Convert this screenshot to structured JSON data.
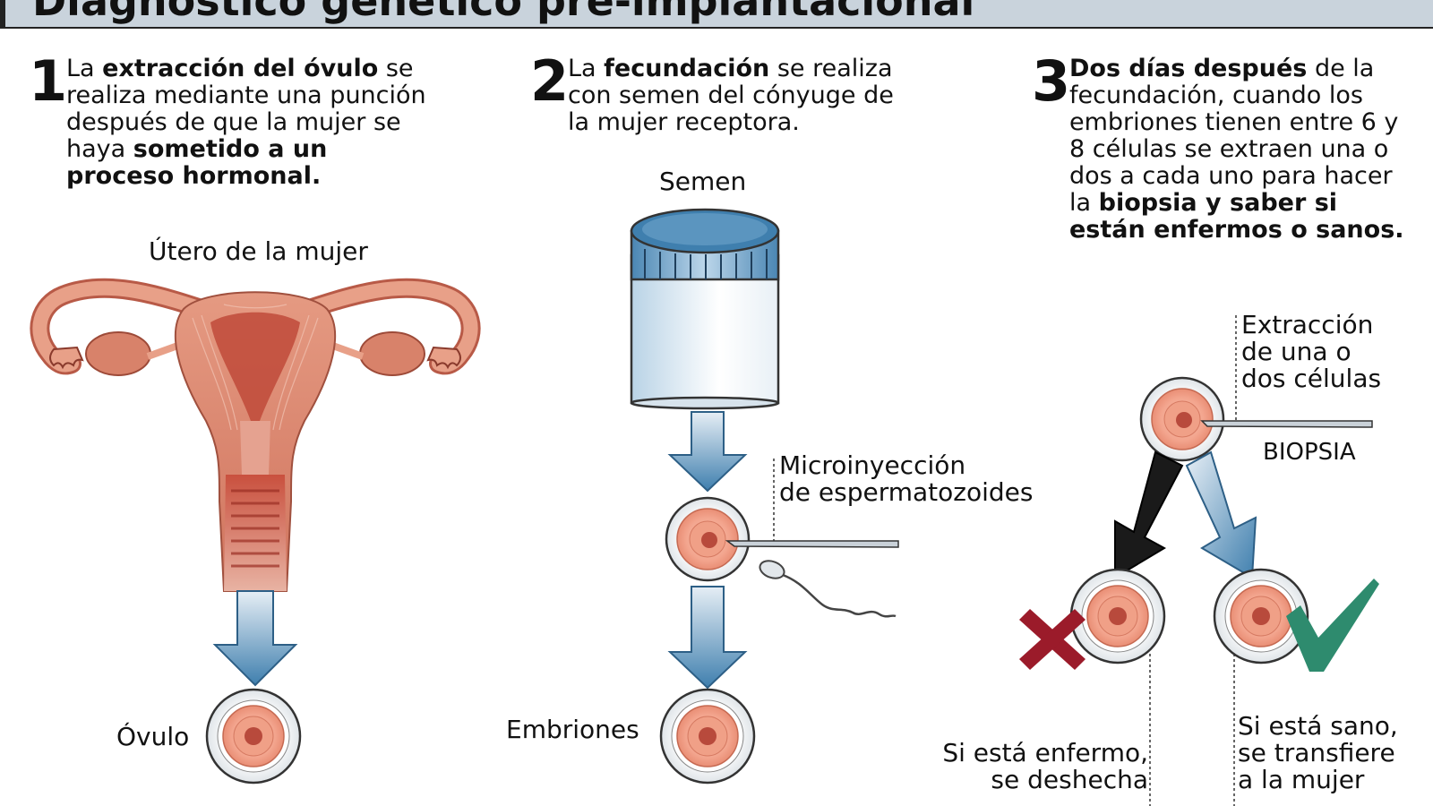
{
  "title": "Diagnóstico genético pre-implantacional",
  "steps": [
    {
      "number": "1",
      "t1": "La ",
      "b1": "extracción del óvulo",
      "t2": " se realiza mediante una punción después de que la mujer se haya ",
      "b2": "sometido a un proceso hormonal."
    },
    {
      "number": "2",
      "t1": "La ",
      "b1": "fecundación",
      "t2": " se realiza con semen del cónyuge de la mujer receptora."
    },
    {
      "number": "3",
      "b1": "Dos días después",
      "t1": " de la fecundación, cuando los embriones tienen entre 6 y 8 células se extraen una o dos a cada uno para hacer la ",
      "b2": "biopsia y saber si están enfermos o sanos."
    }
  ],
  "labels": {
    "uterus": "Útero de la mujer",
    "ovule": "Óvulo",
    "semen": "Semen",
    "microinjection_1": "Microinyección",
    "microinjection_2": "de espermatozoides",
    "embryos": "Embriones",
    "extraction_1": "Extracción",
    "extraction_2": "de una o",
    "extraction_3": "dos células",
    "biopsy": "BIOPSIA",
    "sick_1": "Si está enfermo,",
    "sick_2": "se deshecha",
    "healthy_1": "Si está sano,",
    "healthy_2": "se transfiere",
    "healthy_3": "a la mujer"
  },
  "colors": {
    "header_bg": "#c9d3dc",
    "arrow_blue": "#3f7fae",
    "uterus_pink": "#e8a088",
    "uterus_dark": "#c04a3a",
    "cell_pink": "#f3a58e",
    "x_red": "#9b1b2a",
    "check_green": "#2e8b6e"
  },
  "icons": [
    "cross-icon",
    "check-icon",
    "arrow-down-icon",
    "sperm-icon",
    "container-icon"
  ]
}
